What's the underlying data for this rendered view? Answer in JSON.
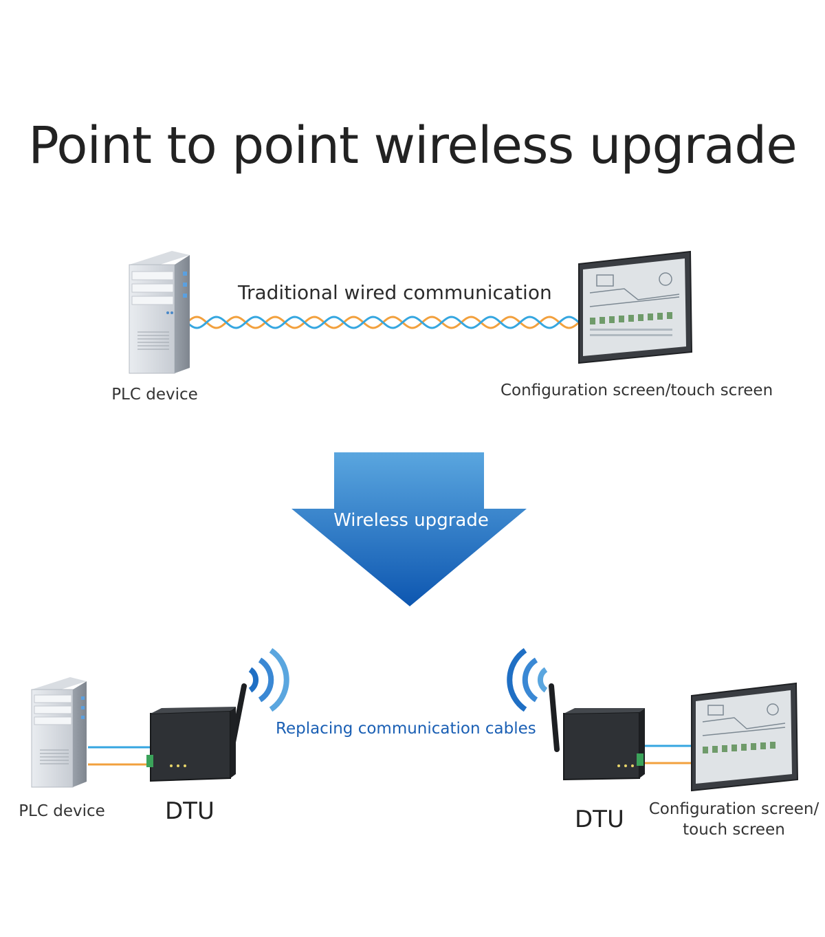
{
  "title": "Point to point wireless upgrade",
  "top_section": {
    "cable_label": "Traditional wired communication",
    "plc_label": "PLC device",
    "screen_label": "Configuration screen/touch screen"
  },
  "arrow": {
    "label": "Wireless upgrade"
  },
  "bottom_section": {
    "plc_label": "PLC device",
    "dtu_left_label": "DTU",
    "dtu_right_label": "DTU",
    "link_label": "Replacing communication cables",
    "screen_label_line1": "Configuration screen/",
    "screen_label_line2": "touch screen"
  },
  "colors": {
    "cable_blue": "#35a6e0",
    "cable_orange": "#f2a03d",
    "signal_blue": "#1f6fc4",
    "arrow_top": "#5aa6df",
    "arrow_bottom": "#0d56b0"
  }
}
